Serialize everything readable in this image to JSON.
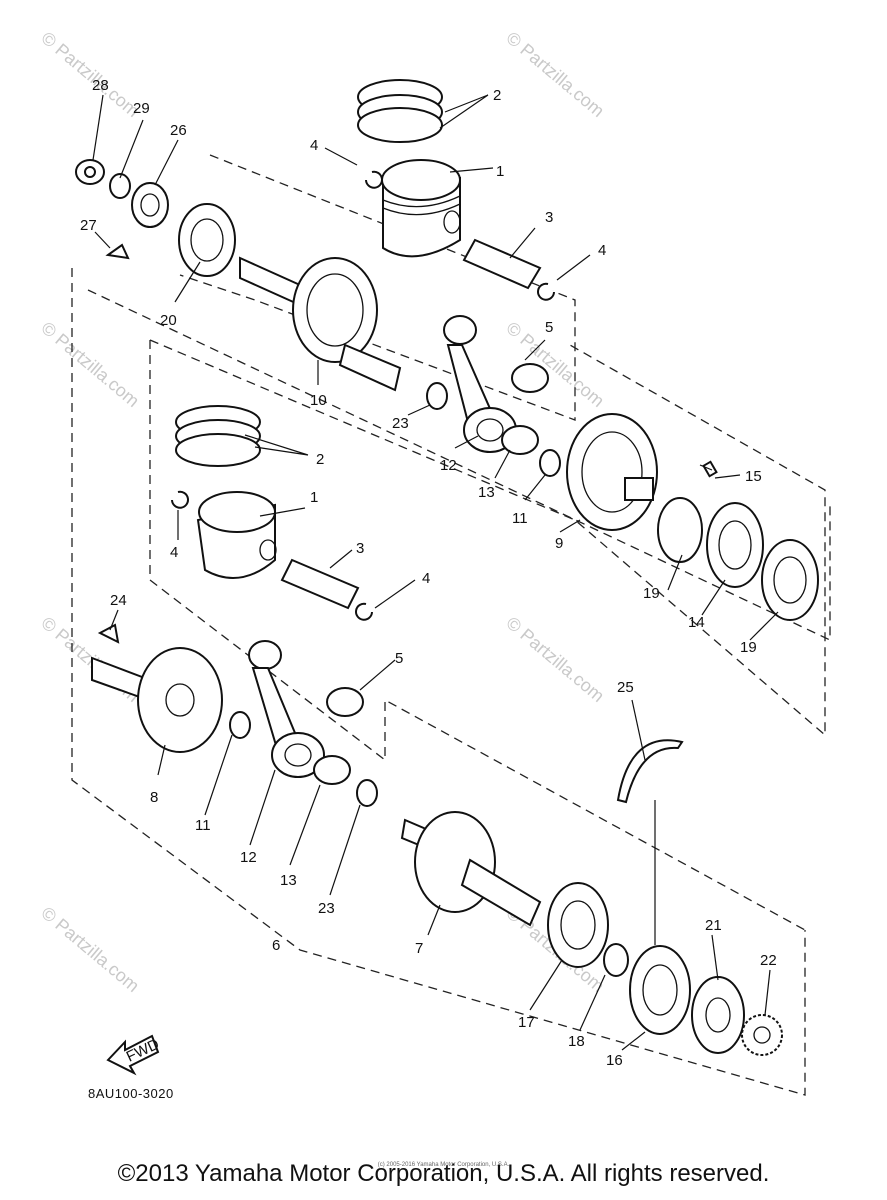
{
  "callouts": [
    "1",
    "2",
    "3",
    "4",
    "5",
    "6",
    "7",
    "8",
    "9",
    "10",
    "11",
    "12",
    "13",
    "14",
    "15",
    "16",
    "17",
    "18",
    "19",
    "20",
    "21",
    "22",
    "23",
    "24",
    "25",
    "26",
    "27",
    "28",
    "29"
  ],
  "watermark": "© Partzilla.com",
  "fwd_label": "FWD",
  "diagram_code": "8AU100-3020",
  "tiny_copyright": "(c) 2005-2016 Yamaha Motor Corporation, U.S.A.",
  "copyright": "©2013 Yamaha Motor Corporation, U.S.A. All rights reserved."
}
